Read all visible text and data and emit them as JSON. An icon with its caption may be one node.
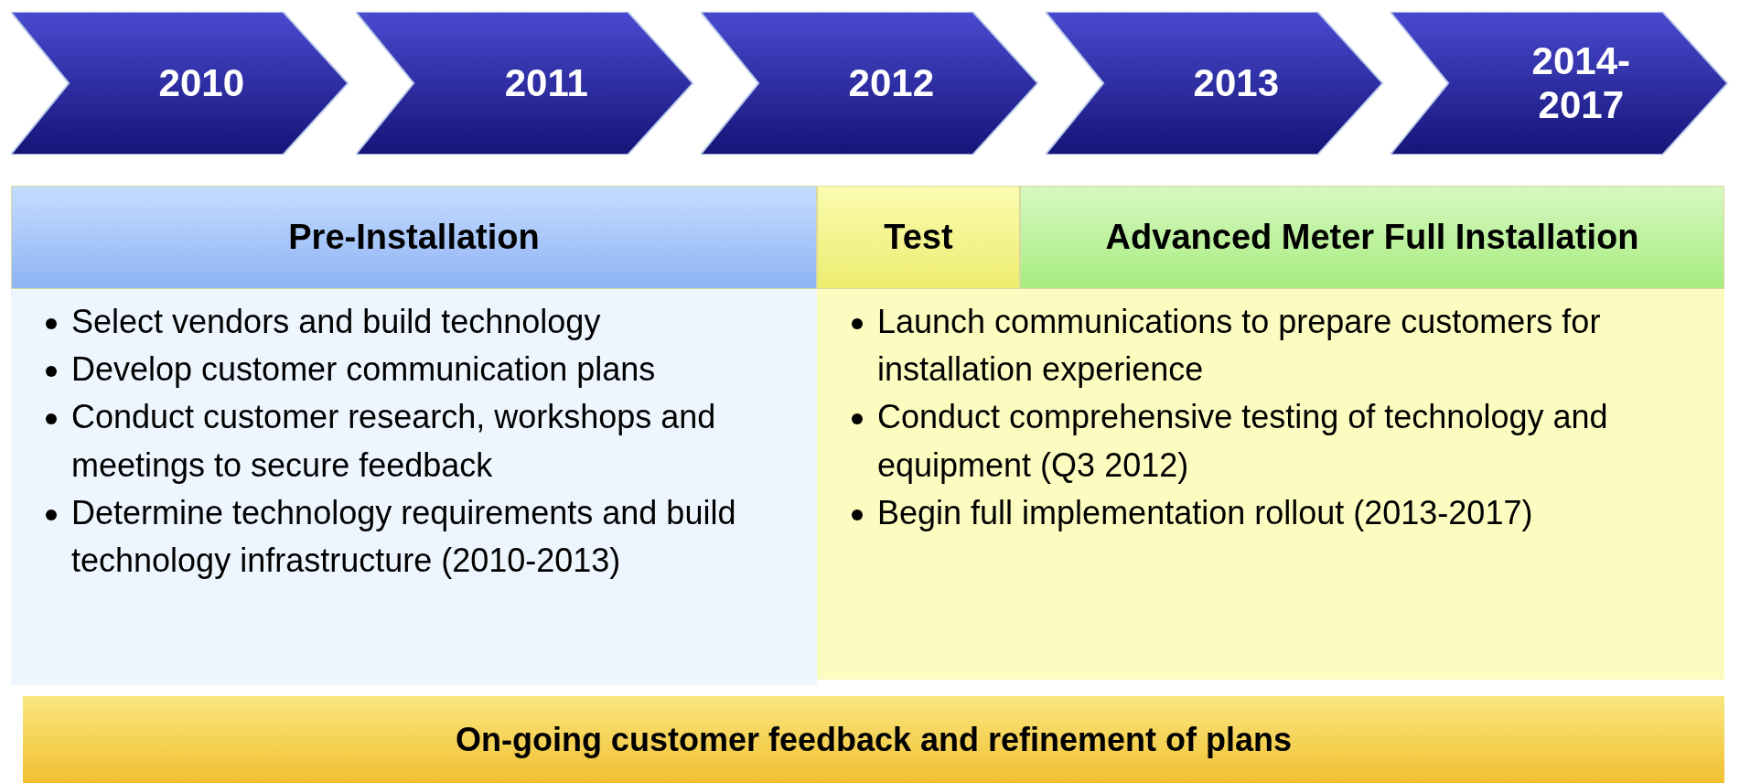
{
  "diagram": {
    "nodes": [
      {
        "text": [
          "2010"
        ]
      },
      {
        "text": [
          "2011"
        ]
      },
      {
        "text": [
          "2012"
        ]
      },
      {
        "text": [
          "2013"
        ]
      },
      {
        "text": [
          "2014-2017"
        ]
      },
      {
        "text": [
          "Pre-Installation"
        ]
      },
      {
        "text": [
          "Test"
        ]
      },
      {
        "text": [
          "Advanced Meter Full Installation"
        ]
      },
      {
        "text": [
          "Select vendors and build technology",
          "Develop customer communication plans",
          "Conduct customer research, workshops and meetings to secure feedback",
          "Determine technology requirements and build technology infrastructure (2010-2013)"
        ]
      },
      {
        "text": [
          "Launch communications to prepare customers for installation experience",
          "Conduct comprehensive testing of technology and equipment (Q3 2012)",
          "Begin full implementation rollout (2013-2017)"
        ]
      },
      {
        "text": [
          "On-going customer feedback and refinement of plans"
        ]
      }
    ],
    "edges": []
  }
}
